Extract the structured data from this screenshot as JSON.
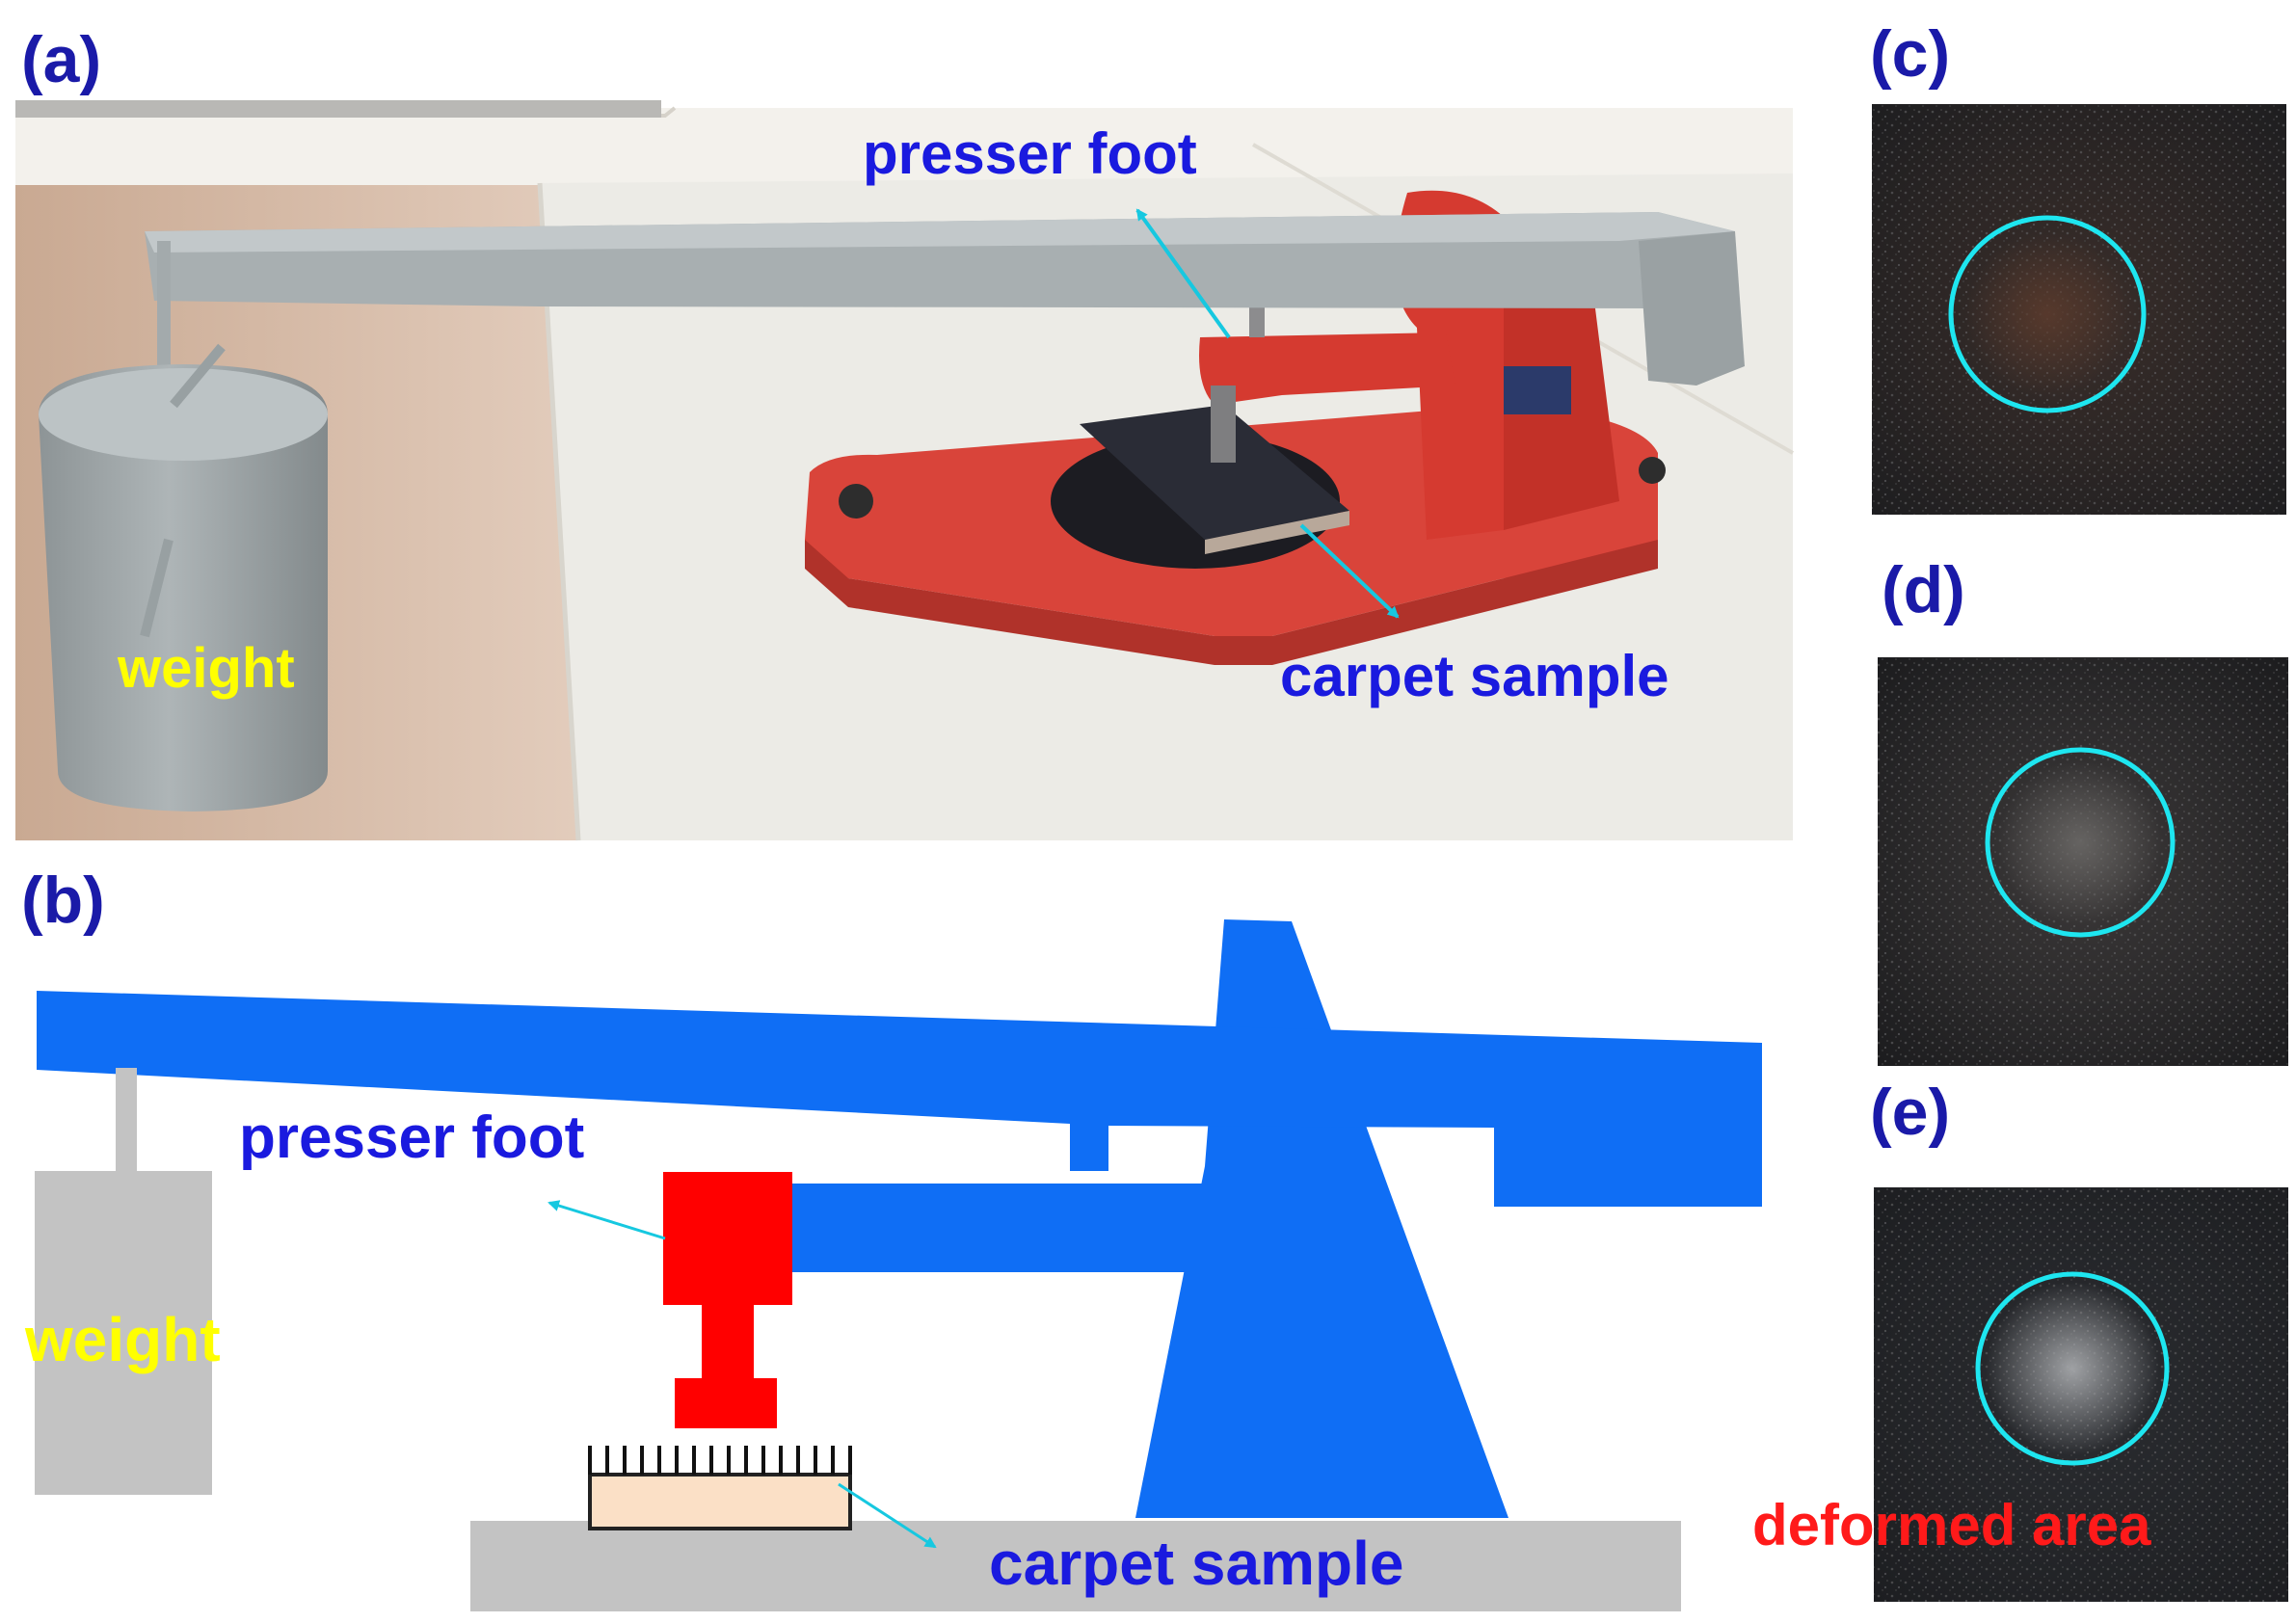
{
  "panels": {
    "a": {
      "label": "(a)"
    },
    "b": {
      "label": "(b)"
    },
    "c": {
      "label": "(c)"
    },
    "d": {
      "label": "(d)"
    },
    "e": {
      "label": "(e)"
    }
  },
  "photo_annotations": {
    "presser_foot": "presser foot",
    "weight": "weight",
    "carpet_sample": "carpet sample"
  },
  "schematic_annotations": {
    "presser_foot": "presser foot",
    "weight": "weight",
    "carpet_sample": "carpet sample"
  },
  "deformation_label": "deformed area",
  "colors": {
    "panel_label": "#1a1aa8",
    "annotation_blue": "#1a1adf",
    "weight_label": "#ffff00",
    "deformed_label": "#ff1a1a",
    "arrow": "#16c8e0",
    "lever_blue": "#0f6ef5",
    "presser_red": "#ff0000",
    "weight_gray": "#c3c3c3",
    "circle_cyan": "#1ee6f0"
  }
}
